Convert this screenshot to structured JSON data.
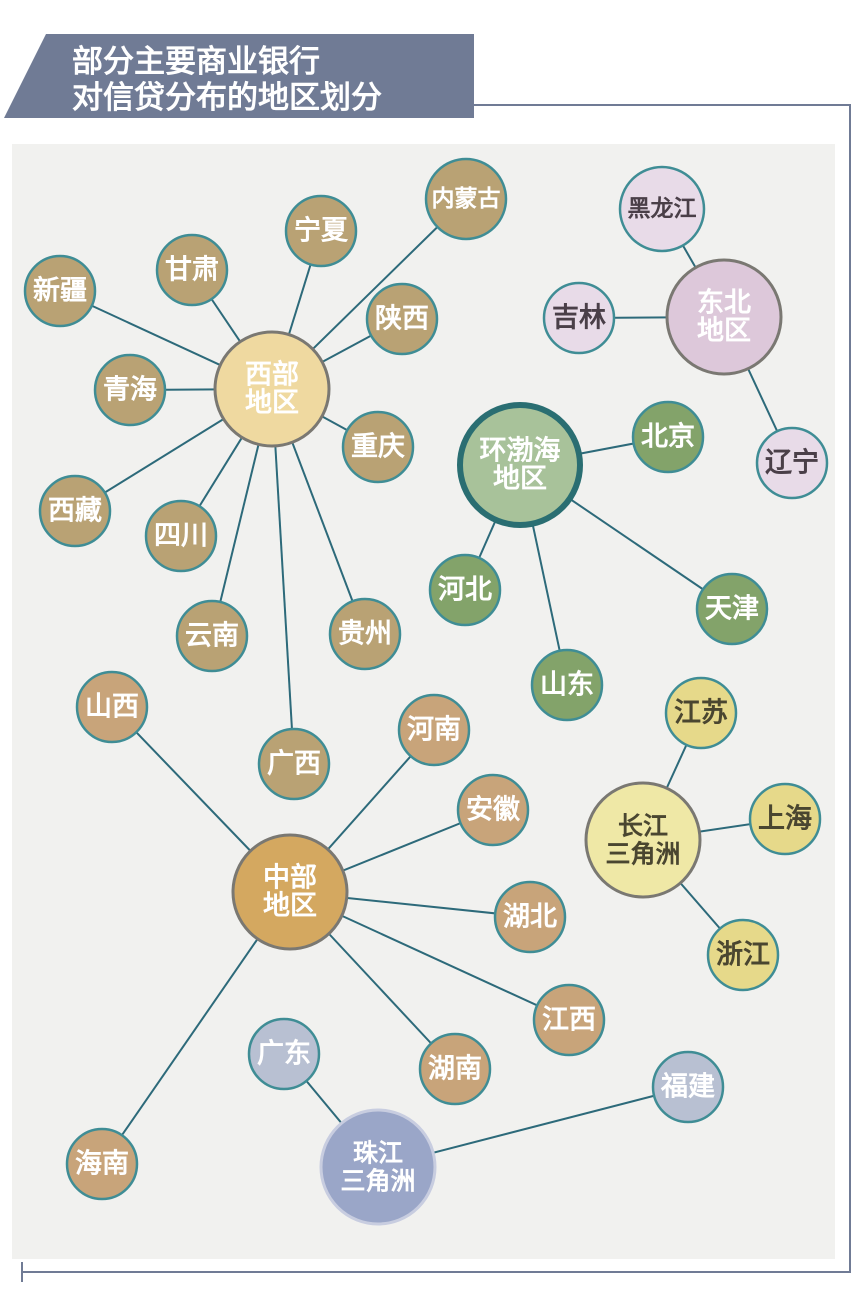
{
  "title": {
    "line1": "部分主要商业银行",
    "line2": "对信贷分布的地区划分"
  },
  "colors": {
    "frame": "#707b95",
    "link": "#2d6a7a",
    "node_ring": "#3f8d95",
    "hub_ring": "#7a7872"
  },
  "regions": [
    {
      "id": "west",
      "name": [
        "西部",
        "地区"
      ],
      "hub_fill": "#efd9a0",
      "node_fill": "#b9a274",
      "text_color": "#ffffff",
      "members": [
        "新疆",
        "甘肃",
        "宁夏",
        "内蒙古",
        "陕西",
        "青海",
        "重庆",
        "西藏",
        "四川",
        "云南",
        "贵州",
        "广西"
      ]
    },
    {
      "id": "northeast",
      "name": [
        "东北",
        "地区"
      ],
      "hub_fill": "#ddc8da",
      "node_fill": "#e8dbe8",
      "text_color": "#4a3f48",
      "hub_text_color": "#ffffff",
      "members": [
        "黑龙江",
        "吉林",
        "辽宁"
      ]
    },
    {
      "id": "bohai",
      "name": [
        "环渤海",
        "地区"
      ],
      "hub_fill": "#a8c29a",
      "node_fill": "#83a36a",
      "text_color": "#ffffff",
      "members": [
        "北京",
        "河北",
        "天津",
        "山东"
      ]
    },
    {
      "id": "central",
      "name": [
        "中部",
        "地区"
      ],
      "hub_fill": "#d4a860",
      "node_fill": "#c8a47a",
      "text_color": "#ffffff",
      "members": [
        "山西",
        "河南",
        "安徽",
        "湖北",
        "江西",
        "湖南",
        "海南"
      ]
    },
    {
      "id": "yangtze",
      "name": [
        "长江",
        "三角洲"
      ],
      "hub_fill": "#efe8a6",
      "node_fill": "#e6d98a",
      "text_color": "#4a4630",
      "members": [
        "江苏",
        "上海",
        "浙江"
      ]
    },
    {
      "id": "pearl",
      "name": [
        "珠江",
        "三角洲"
      ],
      "hub_fill": "#9aa6c8",
      "node_fill": "#b8c0d2",
      "text_color": "#ffffff",
      "members": [
        "广东",
        "福建"
      ]
    }
  ]
}
